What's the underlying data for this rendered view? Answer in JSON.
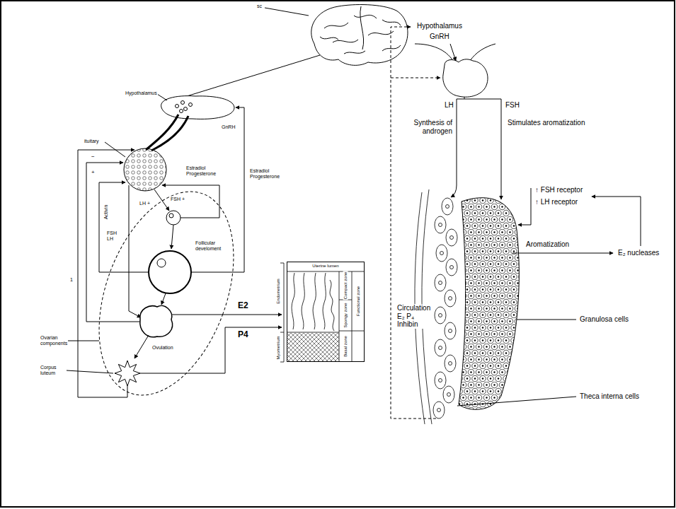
{
  "diagram": {
    "nodes": [
      {
        "text": [
          "Uterine lumen"
        ]
      }
    ],
    "labels": [
      "sc",
      "Hypothalamus",
      "GnRH",
      "ituitary",
      "−",
      "+",
      "Estradiol Progesterone",
      "Estradiol Progesterone",
      "Activin",
      "FSH LH",
      "FSH +",
      "LH +",
      "Follicular develoment",
      "1",
      "Ovarian components",
      "Ovulation",
      "Corpus luteum",
      "E2",
      "P4",
      "Endometrium",
      "Myometrium",
      "Compact zone",
      "Spongy zone",
      "Basal zone",
      "Functional zone",
      "Hypothalamus",
      "GnRH",
      "LH",
      "FSH",
      "Synthesis of androgen",
      "Stimulates aromatization",
      "↑ FSH receptor",
      "↑ LH receptor",
      "Aromatization",
      "E₂ nucleases",
      "Circulation E₂ P₄ Inhibin",
      "Granulosa cells",
      "Theca interna cells"
    ]
  }
}
